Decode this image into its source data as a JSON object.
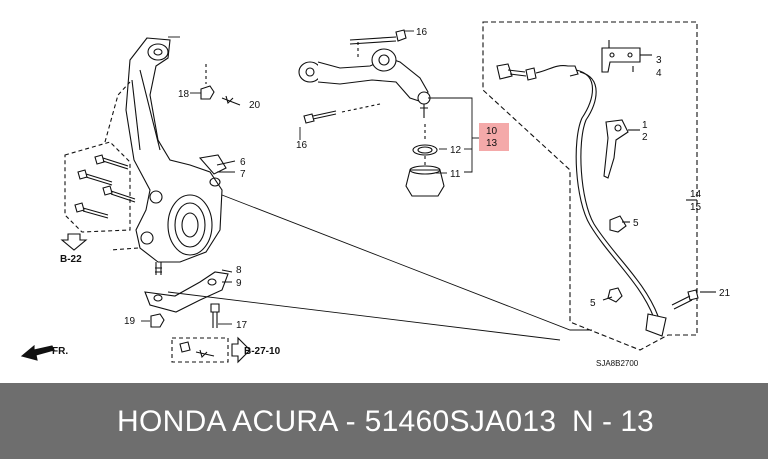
{
  "diagram": {
    "callouts": {
      "c1": "1",
      "c2": "2",
      "c3": "3",
      "c4": "4",
      "c5a": "5",
      "c5b": "5",
      "c6": "6",
      "c7": "7",
      "c8": "8",
      "c9": "9",
      "c10": "10",
      "c11": "11",
      "c12": "12",
      "c13": "13",
      "c14": "14",
      "c15": "15",
      "c16a": "16",
      "c16b": "16",
      "c17": "17",
      "c18": "18",
      "c19": "19",
      "c20": "20",
      "c21": "21"
    },
    "highlight_color": "#f4a9a9",
    "refs": {
      "b22": "B-22",
      "b2710": "B-27-10",
      "front": "FR."
    },
    "code": "SJA8B2700"
  },
  "footer": {
    "title": "HONDA ACURA - 51460SJA013",
    "index": "N - 13",
    "bg": "#6e6e6e"
  }
}
